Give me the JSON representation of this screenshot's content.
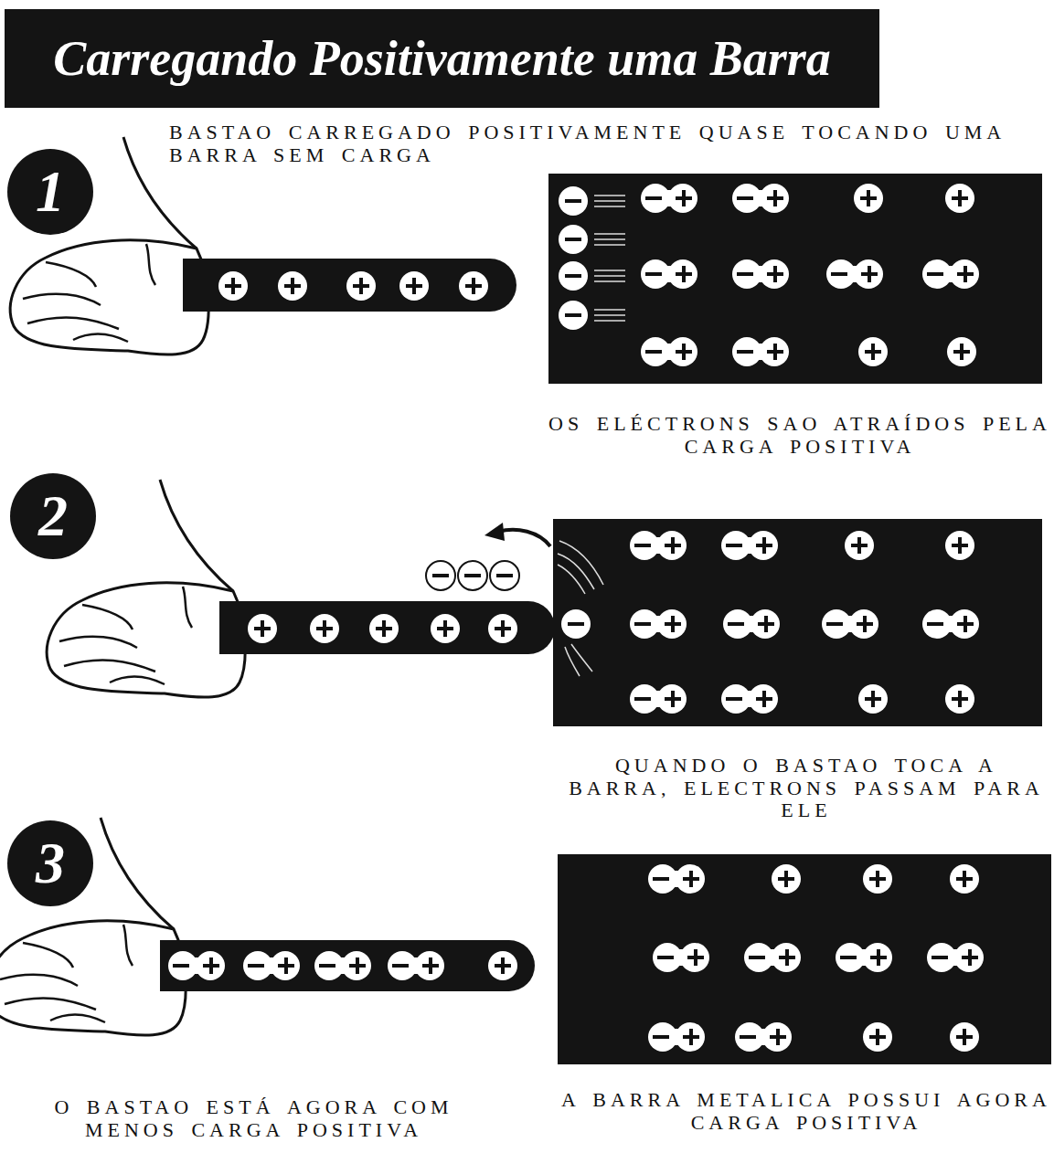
{
  "diagram": {
    "title": "Carregando Positivamente uma Barra",
    "nodes": [
      {
        "text": [
          "1"
        ]
      },
      {
        "text": [
          "2"
        ]
      },
      {
        "text": [
          "3"
        ]
      }
    ],
    "labels": [
      "BASTAO CARREGADO POSITIVAMENTE QUASE TOCANDO UMA BARRA SEM CARGA",
      "OS ELÉCTRONS SAO ATRAÍDOS PELA CARGA POSITIVA",
      "QUANDO O BASTAO TOCA A BARRA, ELECTRONS PASSAM PARA ELE",
      "O BASTAO ESTÁ AGORA COM MENOS CARGA POSITIVA",
      "A BARRA METALICA POSSUI AGORA CARGA POSITIVA"
    ]
  }
}
